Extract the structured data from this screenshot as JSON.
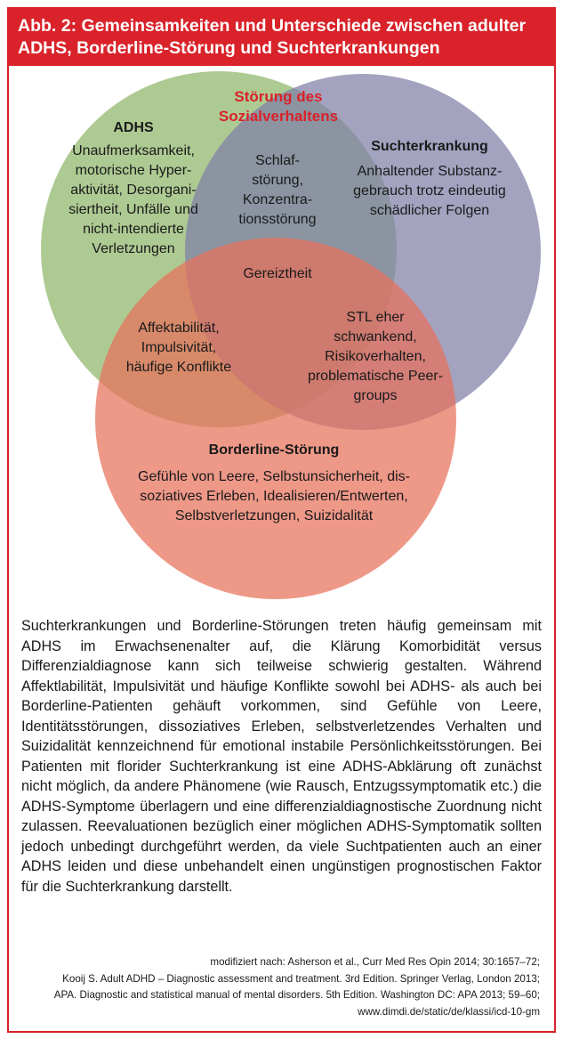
{
  "header": {
    "title_line1": "Abb. 2: Gemeinsamkeiten und Unterschiede zwischen adulter",
    "title_line2": "ADHS, Borderline-Störung und Suchterkrankungen"
  },
  "colors": {
    "accent": "#d9222a",
    "adhs_circle": "#8fb56a",
    "sucht_circle": "#7f7fa8",
    "borderline_circle": "#e8705a"
  },
  "diagram": {
    "overlap_label_top": [
      "Störung des",
      "Sozialverhaltens"
    ],
    "adhs": {
      "title": "ADHS",
      "lines": [
        "Unaufmerksamkeit,",
        "motorische Hyper-",
        "aktivität, Desorgani-",
        "siertheit, Unfälle und",
        "nicht-intendierte",
        "Verletzungen"
      ]
    },
    "sucht": {
      "title": "Suchterkrankung",
      "lines": [
        "Anhaltender Substanz-",
        "gebrauch trotz eindeutig",
        "schädlicher Folgen"
      ]
    },
    "borderline": {
      "title": "Borderline-Störung",
      "lines": [
        "Gefühle von Leere, Selbstunsicherheit, dis-",
        "soziatives Erleben, Idealisieren/Entwerten,",
        "Selbstverletzungen, Suizidalität"
      ]
    },
    "adhs_sucht": {
      "lines": [
        "Schlaf-",
        "störung,",
        "Konzentra-",
        "tionsstörung"
      ]
    },
    "center": {
      "lines": [
        "Gereiztheit"
      ]
    },
    "adhs_borderline": {
      "lines": [
        "Affektabilität,",
        "Impulsivität,",
        "häufige Konflikte"
      ]
    },
    "sucht_borderline": {
      "lines": [
        "STL eher",
        "schwankend,",
        "Risikoverhalten,",
        "problematische Peer-",
        "groups"
      ]
    }
  },
  "body_text": "Suchterkrankungen und Borderline-Störungen treten häufig gemeinsam mit ADHS im Erwachsenenalter auf, die Klärung Komorbidität versus Differenzialdiagnose kann sich teilweise schwierig gestalten. Während Affektlabilität, Impulsivität und häufige Konflikte sowohl bei ADHS- als auch bei Borderline-Patienten gehäuft vorkommen, sind Gefühle von Leere, Identitätsstörungen, dissoziatives Erleben, selbstverletzendes Verhalten und Suizidalität kennzeichnend für emotional instabile Persönlichkeitsstörungen. Bei Patienten mit florider Suchterkrankung ist eine ADHS-Abklärung oft zunächst nicht möglich, da andere Phänomene (wie Rausch, Entzugssymptomatik etc.) die ADHS-Symptome überlagern und eine differenzialdiagnostische Zuordnung nicht zulassen. Reevaluationen bezüglich einer möglichen ADHS-Symptomatik sollten jedoch unbedingt durchgeführt werden, da viele Suchtpatienten auch an einer ADHS leiden und diese unbehandelt einen ungünstigen prognostischen Faktor für die Suchterkrankung darstellt.",
  "references": [
    "modifiziert nach: Asherson et al., Curr Med Res Opin 2014; 30:1657–72;",
    "Kooij S. Adult ADHD – Diagnostic assessment and treatment. 3rd Edition. Springer Verlag, London 2013;",
    "APA. Diagnostic and statistical manual of mental disorders. 5th Edition. Washington DC: APA 2013; 59–60;",
    "www.dimdi.de/static/de/klassi/icd-10-gm"
  ]
}
